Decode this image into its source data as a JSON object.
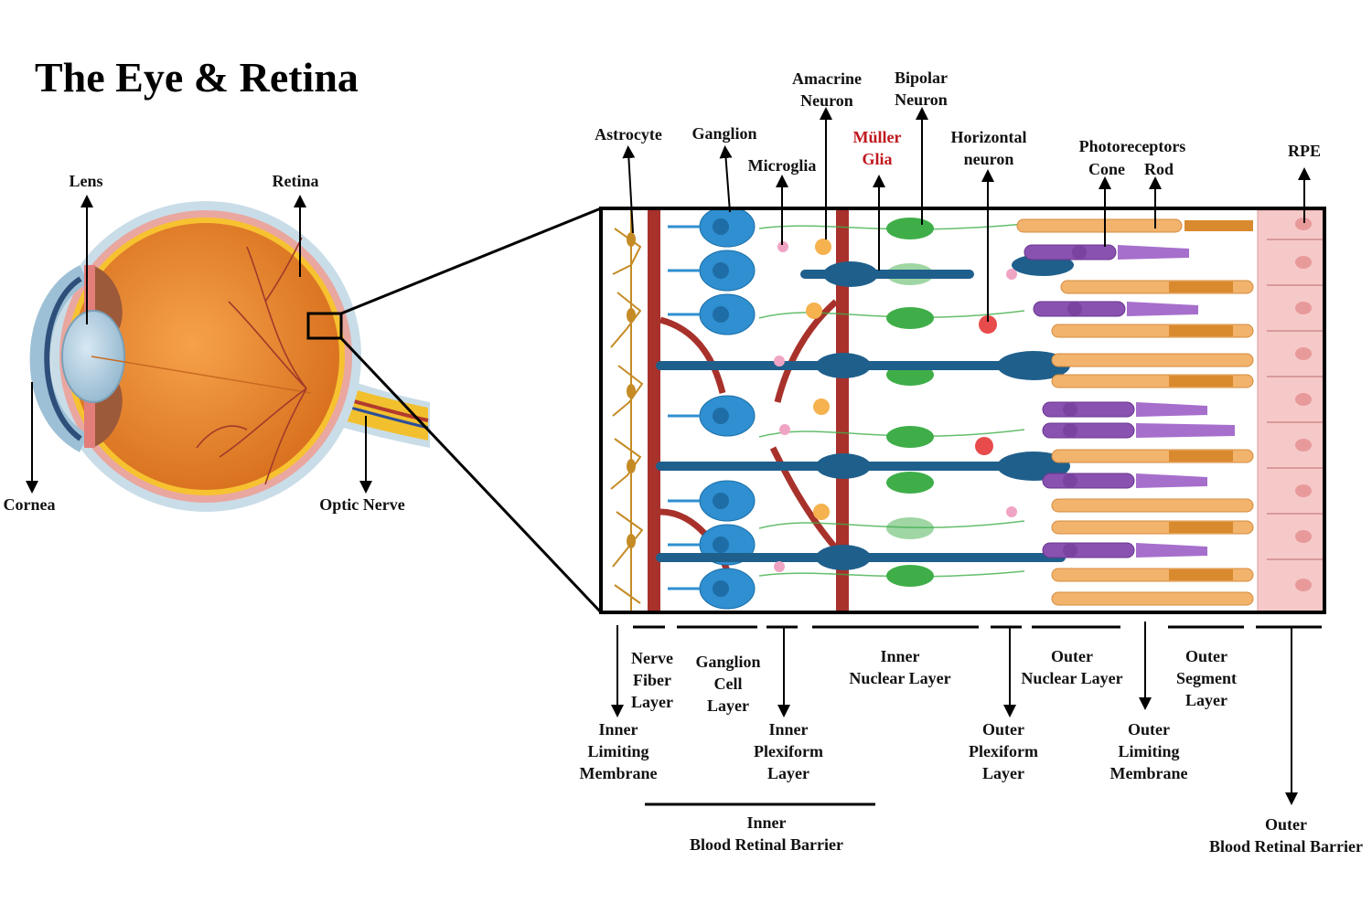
{
  "title": "The Eye & Retina",
  "eye_labels": {
    "lens": "Lens",
    "retina": "Retina",
    "cornea": "Cornea",
    "optic_nerve": "Optic Nerve"
  },
  "cell_labels": {
    "astrocyte": "Astrocyte",
    "ganglion": "Ganglion",
    "microglia": "Microglia",
    "amacrine": [
      "Amacrine",
      "Neuron"
    ],
    "muller": [
      "Müller",
      "Glia"
    ],
    "bipolar": [
      "Bipolar",
      "Neuron"
    ],
    "horizontal": [
      "Horizontal",
      "neuron"
    ],
    "photoreceptors": "Photoreceptors",
    "cone": "Cone",
    "rod": "Rod",
    "rpe": "RPE"
  },
  "layer_labels": {
    "nerve_fiber": [
      "Nerve",
      "Fiber",
      "Layer"
    ],
    "ganglion_cell": [
      "Ganglion",
      "Cell",
      "Layer"
    ],
    "inner_nuclear": [
      "Inner",
      "Nuclear Layer"
    ],
    "outer_nuclear": [
      "Outer",
      "Nuclear Layer"
    ],
    "outer_segment": [
      "Outer",
      "Segment",
      "Layer"
    ],
    "inner_limiting": [
      "Inner",
      "Limiting",
      "Membrane"
    ],
    "inner_plexiform": [
      "Inner",
      "Plexiform",
      "Layer"
    ],
    "outer_plexiform": [
      "Outer",
      "Plexiform",
      "Layer"
    ],
    "outer_limiting": [
      "Outer",
      "Limiting",
      "Membrane"
    ]
  },
  "barrier_labels": {
    "inner": [
      "Inner",
      "Blood Retinal Barrier"
    ],
    "outer": [
      "Outer",
      "Blood Retinal Barrier"
    ]
  },
  "colors": {
    "highlight": "#c0181e",
    "eye_orange": "#e8842c",
    "ganglion_blue": "#2f8fd0",
    "bipolar_green": "#3fae49",
    "dark_blue": "#1f5f8c",
    "cone_purple": "#8a52b0",
    "rod_orange": "#f2b36d",
    "rpe_pink": "#f6c9c9",
    "astrocyte_gold": "#c58b25",
    "vessel_red": "#a8322b"
  }
}
